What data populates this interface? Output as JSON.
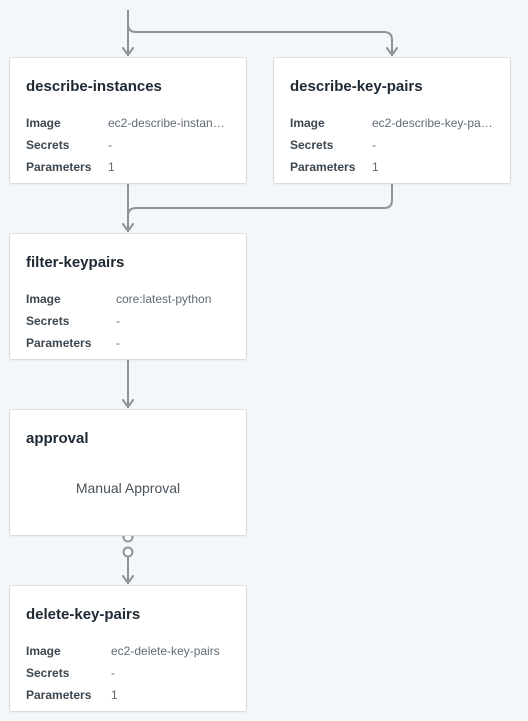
{
  "nodes": {
    "describe_instances": {
      "title": "describe-instances",
      "image_label": "Image",
      "image": "ec2-describe-instan…",
      "secrets_label": "Secrets",
      "secrets": "-",
      "parameters_label": "Parameters",
      "parameters": "1"
    },
    "describe_key_pairs": {
      "title": "describe-key-pairs",
      "image_label": "Image",
      "image": "ec2-describe-key-pa…",
      "secrets_label": "Secrets",
      "secrets": "-",
      "parameters_label": "Parameters",
      "parameters": "1"
    },
    "filter_keypairs": {
      "title": "filter-keypairs",
      "image_label": "Image",
      "image": "core:latest-python",
      "secrets_label": "Secrets",
      "secrets": "-",
      "parameters_label": "Parameters",
      "parameters": "-"
    },
    "approval": {
      "title": "approval",
      "text": "Manual Approval"
    },
    "delete_key_pairs": {
      "title": "delete-key-pairs",
      "image_label": "Image",
      "image": "ec2-delete-key-pairs",
      "secrets_label": "Secrets",
      "secrets": "-",
      "parameters_label": "Parameters",
      "parameters": "1"
    }
  },
  "colors": {
    "background": "#f4f7fa",
    "connector": "#8a959e",
    "card_border": "#d9dee3"
  }
}
